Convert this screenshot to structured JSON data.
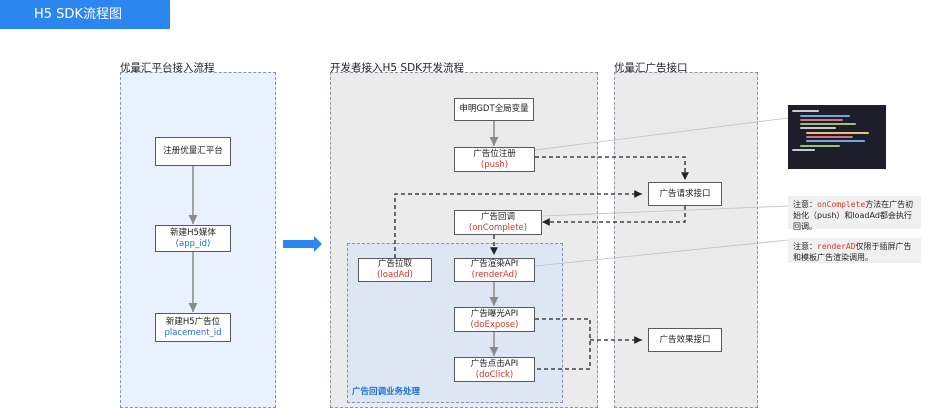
{
  "title": "H5 SDK流程图",
  "panels": {
    "left": "优量汇平台接入流程",
    "middle": "开发者接入H5 SDK开发流程",
    "right": "优量汇广告接口"
  },
  "left_nodes": {
    "register": "注册优量汇平台",
    "media_title": "新建H5媒体",
    "media_sub": "(app_id)",
    "placement_title": "新建H5广告位",
    "placement_sub": "placement_id"
  },
  "middle_nodes": {
    "declare": "申明GDT全局变量",
    "reg_title": "广告位注册",
    "reg_sub": "(push)",
    "callback_title": "广告回调",
    "callback_sub": "(onComplete)",
    "load_title": "广告拉取",
    "load_sub": "(loadAd)",
    "render_title": "广告渲染API",
    "render_sub": "(renderAd)",
    "expose_title": "广告曝光API",
    "expose_sub": "(doExpose)",
    "click_title": "广告点击API",
    "click_sub": "(doClick)"
  },
  "sub_panel_label": "广告回调业务处理",
  "right_nodes": {
    "request": "广告请求接口",
    "effect": "广告效果接口"
  },
  "notes": {
    "note1_prefix": "注意：",
    "note1_code1": "onComplete",
    "note1_mid": "方法在广告初始化（push）和",
    "note1_code2": "loadAd",
    "note1_suffix": "都会执行回调。",
    "note2_prefix": "注意：",
    "note2_code": "renderAD",
    "note2_suffix": "仅限于插屏广告和模板广告渲染调用。"
  },
  "colors": {
    "accent": "#2b86f0",
    "left_panel_bg": "#e8f1fd",
    "mid_panel_bg": "#ebebeb",
    "sub_panel_bg": "#dde6f2",
    "red_text": "#d0382b",
    "blue_text": "#1f6fd6"
  }
}
